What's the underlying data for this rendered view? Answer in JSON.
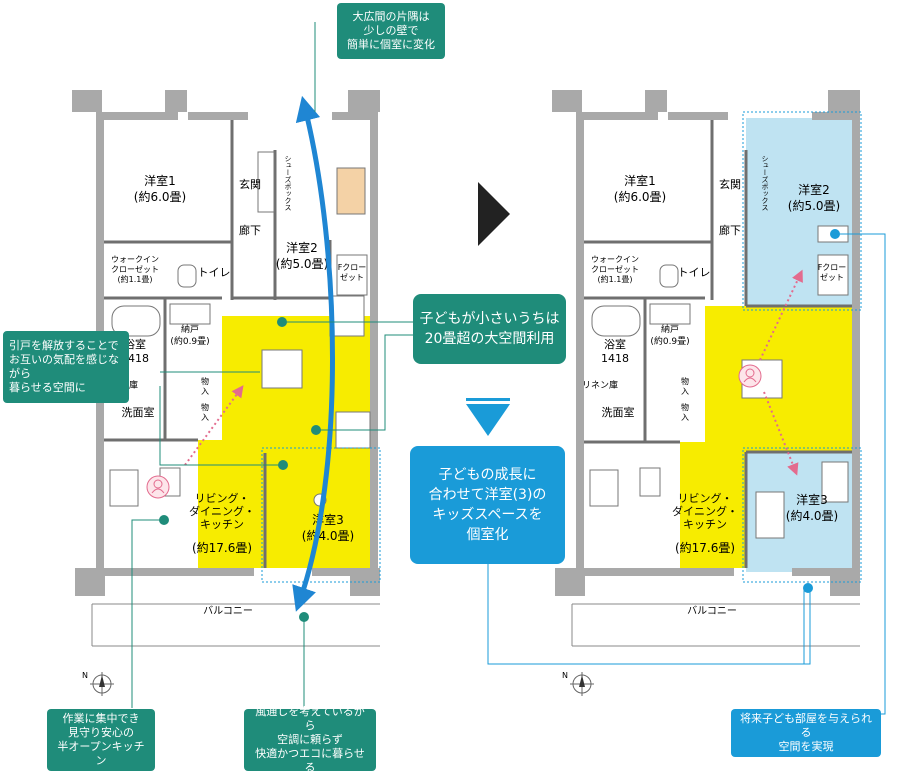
{
  "colors": {
    "wall": "#a9a9a9",
    "open_space": "#f7ec00",
    "kids_room": "#bfe3f2",
    "teal_note": "#1f8c7a",
    "blue_note": "#1a9bd8",
    "airflow": "#1f86d3",
    "dotted_link": "#e36b8e"
  },
  "icons": [
    "triangle-right-icon",
    "triangle-down-icon",
    "compass-icon",
    "person-icon",
    "airflow-arrow-icon"
  ],
  "rooms": {
    "western1": "洋室1",
    "western1_size": "(約6.0畳)",
    "entrance": "玄関",
    "hallway": "廊下",
    "western2": "洋室2",
    "western2_size": "(約5.0畳)",
    "walkin_closet": "ウォークイン\nクローゼット\n(約1.1畳)",
    "toilet": "トイレ",
    "f_closet": "Fクロー\nゼット",
    "bath": "浴室",
    "bath_size": "1418",
    "storage": "納戸",
    "storage_size": "(約0.9畳)",
    "linen": "リネン庫",
    "washroom": "洗面室",
    "closet_in": "物\n入",
    "ldk": "リビング・\nダイニング・\nキッチン",
    "ldk_size": "(約17.6畳)",
    "western3": "洋室3",
    "western3_size": "(約4.0畳)",
    "balcony": "バルコニー",
    "shoes_box": "シューズボックス",
    "compass_n": "N"
  },
  "notes": {
    "top": "大広間の片隅は\n少しの壁で\n簡単に個室に変化",
    "middle": "子どもが小さいうちは\n20畳超の大空間利用",
    "growth": "子どもの成長に\n合わせて洋室(3)の\nキッズスペースを\n個室化",
    "sliding": "引戸を解放することで\nお互いの気配を感じながら\n暮らせる空間に",
    "kitchen": "作業に集中でき\n見守り安心の\n半オープンキッチン",
    "ventilation": "風通しを考えているから\n空調に頼らず\n快適かつエコに暮らせる",
    "future": "将来子ども部屋を与えられる\n空間を実現"
  }
}
